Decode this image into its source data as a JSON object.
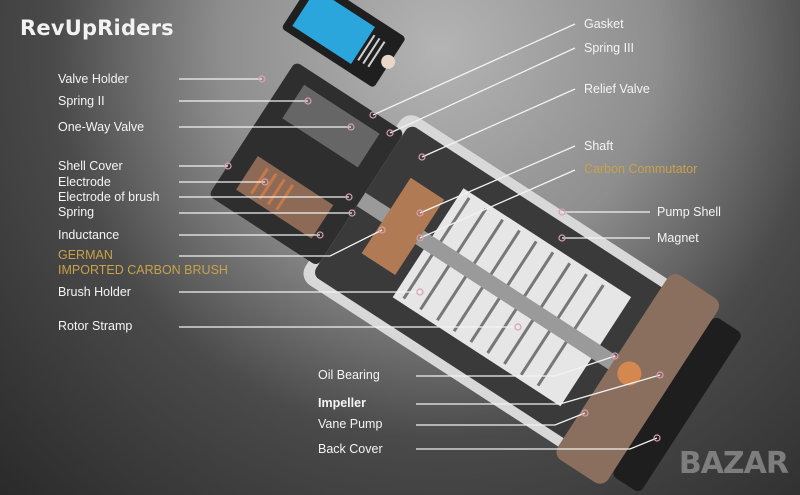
{
  "brand": "RevUpRiders",
  "watermark": "BAZAR",
  "labels_left": [
    "Valve Holder",
    "Spring II",
    "One-Way Valve",
    "Shell Cover",
    "Electrode",
    "Electrode of brush",
    "Spring",
    "Inductance",
    "GERMAN",
    "IMPORTED CARBON BRUSH",
    "Brush Holder",
    "Rotor Stramp"
  ],
  "labels_right": [
    "Gasket",
    "Spring III",
    "Relief Valve",
    "Shaft",
    "Carbon Commutator",
    "Pump Shell",
    "Magnet"
  ],
  "labels_bottom": [
    "Oil Bearing",
    "Impeller",
    "Vane Pump",
    "Back Cover"
  ],
  "colors": {
    "accent_gold": "#c9a24a",
    "valve_blue": "#2aa6dc",
    "copper": "#c8794a"
  }
}
